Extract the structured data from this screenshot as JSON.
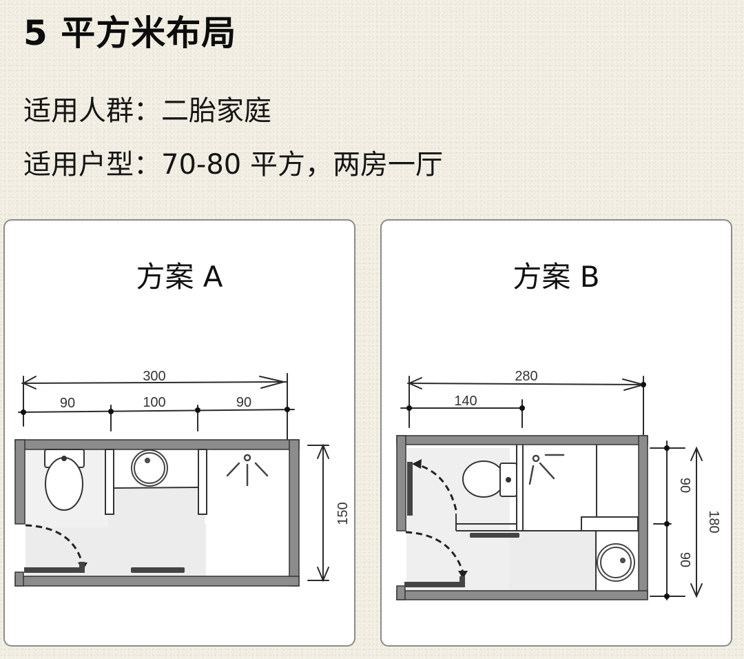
{
  "header": {
    "title": "5 平方米布局",
    "target_group_label": "适用人群：",
    "target_group_value": "二胎家庭",
    "unit_type_label": "适用户型：",
    "unit_type_value": "70-80 平方，两房一厅"
  },
  "plans": [
    {
      "title": "方案 A",
      "dimensions": {
        "total_width": "300",
        "segments": [
          "90",
          "100",
          "90"
        ],
        "depth": "150"
      },
      "fixtures": [
        "toilet",
        "sink",
        "shower",
        "door",
        "door-swing",
        "floor-drain"
      ]
    },
    {
      "title": "方案 B",
      "dimensions": {
        "total_width": "280",
        "segment": "140",
        "depth_segments": [
          "90",
          "90"
        ],
        "total_depth": "180"
      },
      "fixtures": [
        "toilet",
        "shower",
        "sink",
        "door",
        "door-swing",
        "floor-drain"
      ]
    }
  ],
  "colors": {
    "background": "#f3f0e6",
    "card": "#ffffff",
    "wall": "#8c8c8c",
    "wet_floor": "#ededed",
    "line": "#2a2a2a"
  }
}
